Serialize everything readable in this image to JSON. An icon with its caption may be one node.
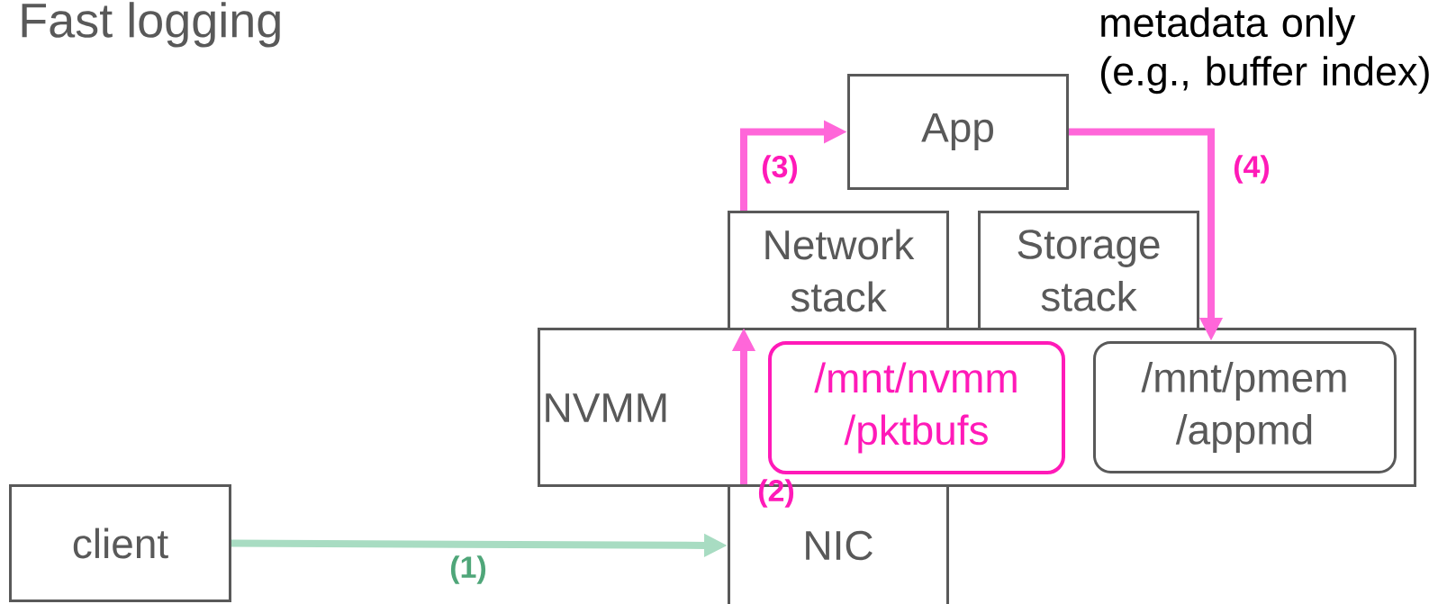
{
  "diagram": {
    "title": "Fast logging",
    "nodes": [
      {
        "text": [
          "App"
        ]
      },
      {
        "text": [
          "Network stack"
        ]
      },
      {
        "text": [
          "Storage stack"
        ]
      },
      {
        "text": [
          "NVMM"
        ]
      },
      {
        "text": [
          "/mnt/nvmm /pktbufs"
        ],
        "in": 3
      },
      {
        "text": [
          "/mnt/pmem /appmd"
        ],
        "in": 3
      },
      {
        "text": [
          "client"
        ]
      },
      {
        "text": [
          "NIC"
        ]
      }
    ],
    "edges": [
      {
        "from": 6,
        "to": 7,
        "arrow": "to",
        "label": "(1)",
        "color": "#a8dcc2"
      },
      {
        "from": 7,
        "to": 1,
        "arrow": "to",
        "label": "(2)"
      },
      {
        "from": 1,
        "to": 0,
        "arrow": "to",
        "label": "(3)"
      },
      {
        "from": 0,
        "to": 5,
        "arrow": "to",
        "label": "(4)"
      }
    ],
    "labels": [
      "metadata only (e.g., buffer index)"
    ]
  }
}
